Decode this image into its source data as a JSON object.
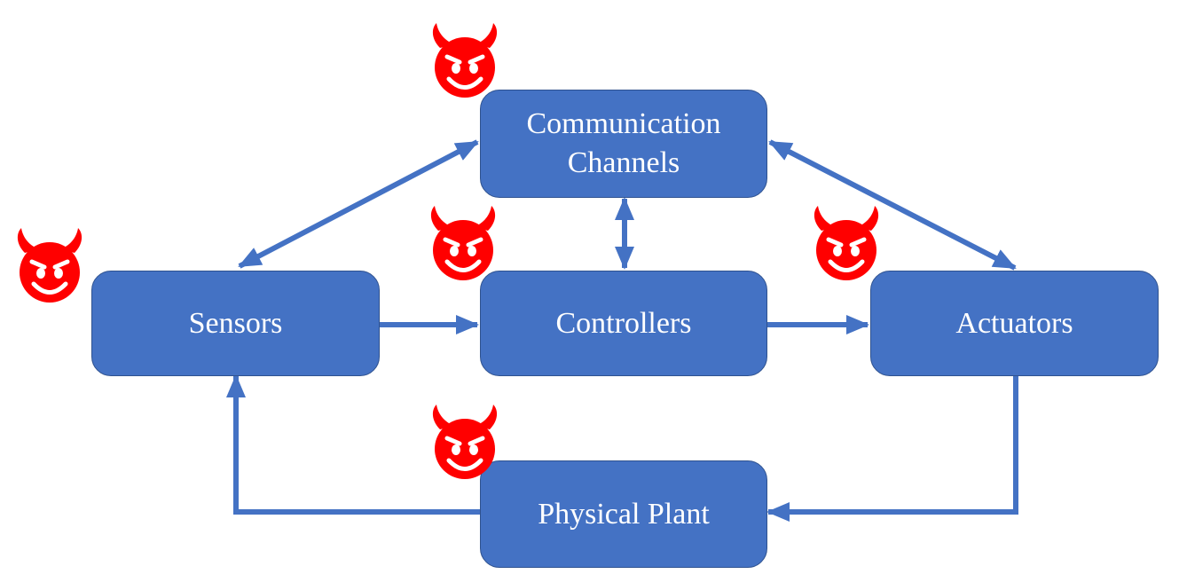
{
  "colors": {
    "node_fill": "#4472c4",
    "node_border": "#2f528f",
    "arrow": "#4472c4",
    "threat": "#ff0000",
    "background": "#ffffff"
  },
  "nodes": {
    "communication": {
      "line1": "Communication",
      "line2": "Channels"
    },
    "sensors": {
      "label": "Sensors"
    },
    "controllers": {
      "label": "Controllers"
    },
    "actuators": {
      "label": "Actuators"
    },
    "plant": {
      "label": "Physical Plant"
    }
  },
  "threat_icon": "smiling-devil-icon"
}
